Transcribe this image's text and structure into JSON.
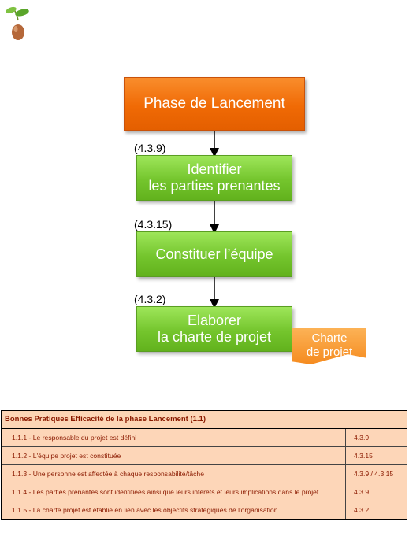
{
  "diagram": {
    "phase_box": "Phase de Lancement",
    "refs": [
      "(4.3.9)",
      "(4.3.15)",
      "(4.3.2)"
    ],
    "steps": [
      "Identifier\nles parties prenantes",
      "Constituer  l’équipe",
      "Elaborer\nla charte de projet"
    ],
    "document": "Charte\nde projet"
  },
  "practices": {
    "title": "Bonnes Pratiques Efficacité de la phase Lancement (1.1)",
    "rows": [
      {
        "text": "1.1.1 - Le responsable du projet est défini",
        "ref": "4.3.9"
      },
      {
        "text": "1.1.2 - L'équipe projet est constituée",
        "ref": "4.3.15"
      },
      {
        "text": "1.1.3 - Une personne est affectée à chaque responsabilité/tâche",
        "ref": "4.3.9 / 4.3.15"
      },
      {
        "text": "1.1.4 - Les parties prenantes sont identifiées ainsi que leurs intérêts et leurs implications dans le projet",
        "ref": "4.3.9"
      },
      {
        "text": "1.1.5 - La charte projet  est établie en lien avec les objectifs stratégiques de l'organisation",
        "ref": "4.3.2"
      }
    ]
  },
  "colors": {
    "phase": "#f06a05",
    "step": "#74c52d",
    "document": "#f58b1f",
    "table_text": "#8b1a00",
    "table_bg": "#fdd6b8"
  },
  "icons": {
    "logo": "cherry-sprout-icon"
  }
}
